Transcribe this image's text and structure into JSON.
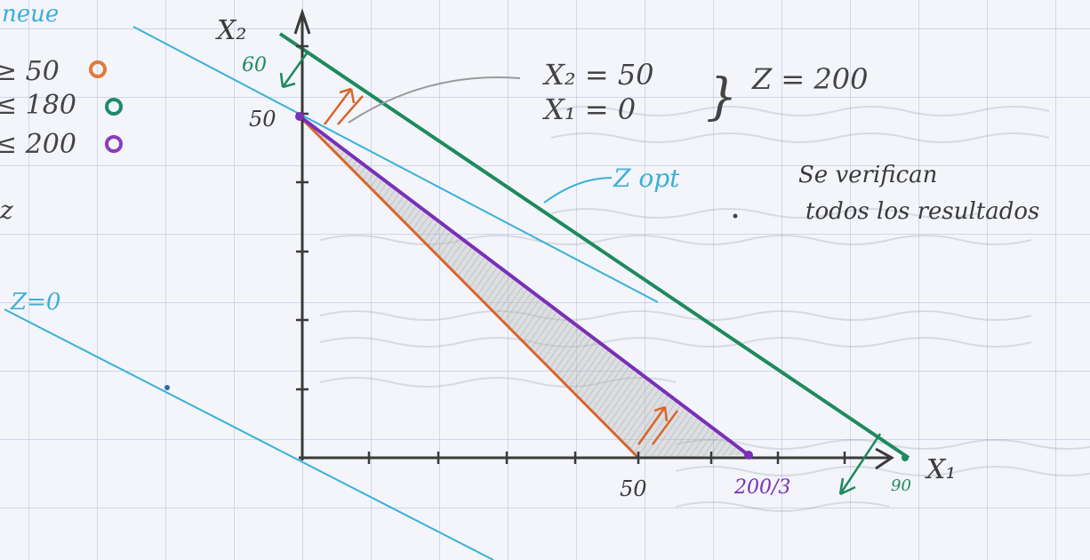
{
  "page": {
    "header_fragment": "neue",
    "constraints": [
      {
        "text": "≥ 50",
        "marker_color": "#e07a3a"
      },
      {
        "text": "≤ 180",
        "marker_color": "#1f8a6a"
      },
      {
        "text": "≤ 200",
        "marker_color": "#8a3cc0"
      }
    ],
    "left_fragment": "z"
  },
  "graph": {
    "axis_x_label": "X₁",
    "axis_y_label": "X₂",
    "tick_labels": {
      "y_50": "50",
      "y_60": "60",
      "x_50": "50",
      "x_200_3": "200/3",
      "x_90": "90"
    },
    "line_labels": {
      "z_zero": "Z=0",
      "z_opt": "Z opt"
    },
    "solution": {
      "line1": "X₂ = 50",
      "line2": "X₁ = 0",
      "brace": "}",
      "z_value": "Z = 200"
    },
    "note": {
      "line1": "Se verifican",
      "line2": "todos los resultados"
    },
    "colors": {
      "grid": "#b9c4db",
      "axis": "#3a3a3a",
      "orange": "#d9662b",
      "purple": "#7a2fb8",
      "green": "#1e8a5e",
      "cyan": "#3ab0d8",
      "pencil": "#555555",
      "shade": "#9a9a9a"
    }
  }
}
